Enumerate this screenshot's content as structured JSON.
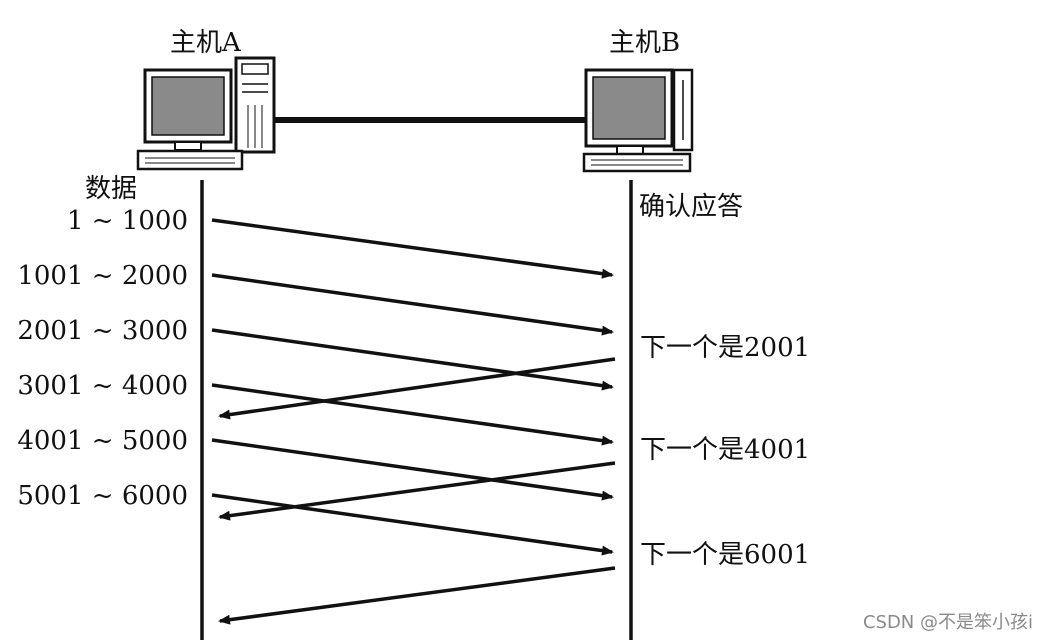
{
  "hosts": {
    "a": "主机A",
    "b": "主机B"
  },
  "labels": {
    "data_heading": "数据",
    "ack_heading": "确认应答"
  },
  "segments": [
    "1 ~ 1000",
    "1001 ~ 2000",
    "2001 ~ 3000",
    "3001 ~ 4000",
    "4001 ~ 5000",
    "5001 ~ 6000"
  ],
  "acks": [
    "下一个是2001",
    "下一个是4001",
    "下一个是6001"
  ],
  "watermark": "CSDN @不是笨小孩i",
  "colors": {
    "line": "#111111",
    "screen": "#8a8a8a",
    "watermark": "#8a8a8a"
  },
  "icons": [
    "computer-icon",
    "computer-icon"
  ]
}
